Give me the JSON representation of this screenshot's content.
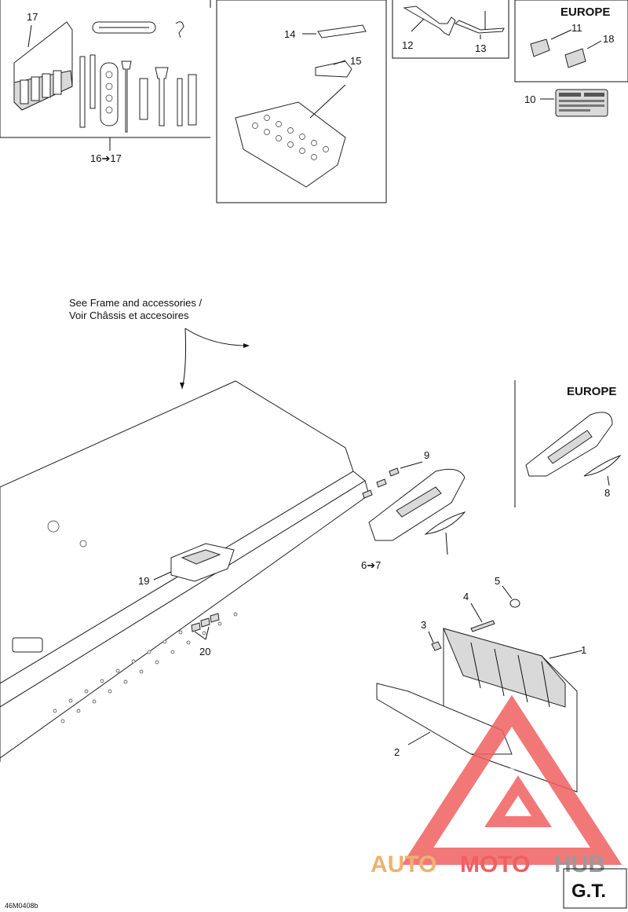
{
  "callouts": {
    "c1": "1",
    "c2": "2",
    "c3": "3",
    "c4": "4",
    "c5": "5",
    "c67": "6➔7",
    "c8": "8",
    "c9": "9",
    "c10": "10",
    "c11": "11",
    "c12": "12",
    "c13": "13",
    "c14": "14",
    "c15": "15",
    "c1617": "16➔17",
    "c17": "17",
    "c18": "18",
    "c19": "19",
    "c20": "20"
  },
  "regions": {
    "europe_top": "EUROPE",
    "europe_mid": "EUROPE"
  },
  "note": {
    "line1": "See Frame and accessories /",
    "line2": "Voir Châssis et accesoires"
  },
  "drawing_code": "46M0408b",
  "model_badge": "G.T.",
  "watermark": {
    "part1": "AUTO",
    "part2": "MOTO",
    "part3": "HUB",
    "colors": {
      "orange": "#f0b070",
      "red": "#f06060",
      "gray": "#9a9a9a"
    }
  }
}
